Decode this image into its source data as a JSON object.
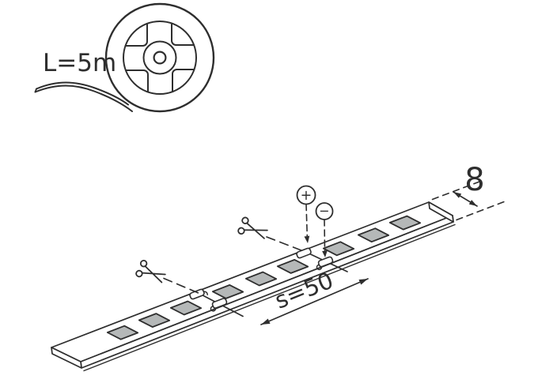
{
  "diagram": {
    "description": "LED strip tape technical drawing: 5 m reel, cuttable strip with LED chips, solder pads, polarity marks and dimensions",
    "colors": {
      "line": "#2e2e2e",
      "chip_fill": "#b5b8b8",
      "background": "#ffffff"
    },
    "labels": {
      "reel_length": "L=5m",
      "cut_spacing": "s=50",
      "strip_width": "8",
      "positive": "+",
      "negative": "−"
    },
    "icons": {
      "reel": "tape-reel",
      "scissors": "cut-here",
      "plus": "positive-polarity",
      "minus": "negative-polarity"
    }
  }
}
